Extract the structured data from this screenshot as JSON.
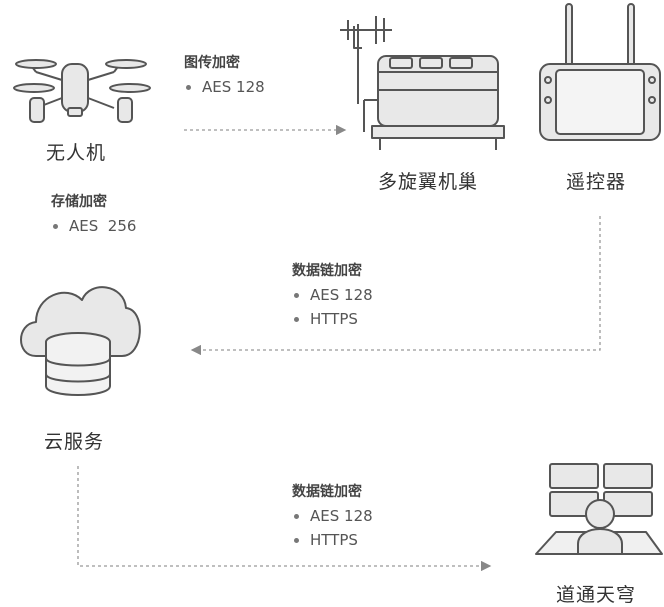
{
  "nodes": {
    "drone": "无人机",
    "dock": "多旋翼机巢",
    "remote": "遥控器",
    "cloud": "云服务",
    "sky": "道通天穹"
  },
  "encryption": {
    "image_transmission": {
      "title": "图传加密",
      "items": [
        "AES 128"
      ]
    },
    "storage": {
      "title": "存储加密",
      "items": [
        "AES  256"
      ]
    },
    "data_link_remote": {
      "title": "数据链加密",
      "items": [
        "AES 128",
        "HTTPS"
      ]
    },
    "data_link_sky": {
      "title": "数据链加密",
      "items": [
        "AES 128",
        "HTTPS"
      ]
    }
  },
  "colors": {
    "line": "#999999",
    "icon_stroke": "#555555",
    "icon_fill": "#e6e6e6"
  }
}
